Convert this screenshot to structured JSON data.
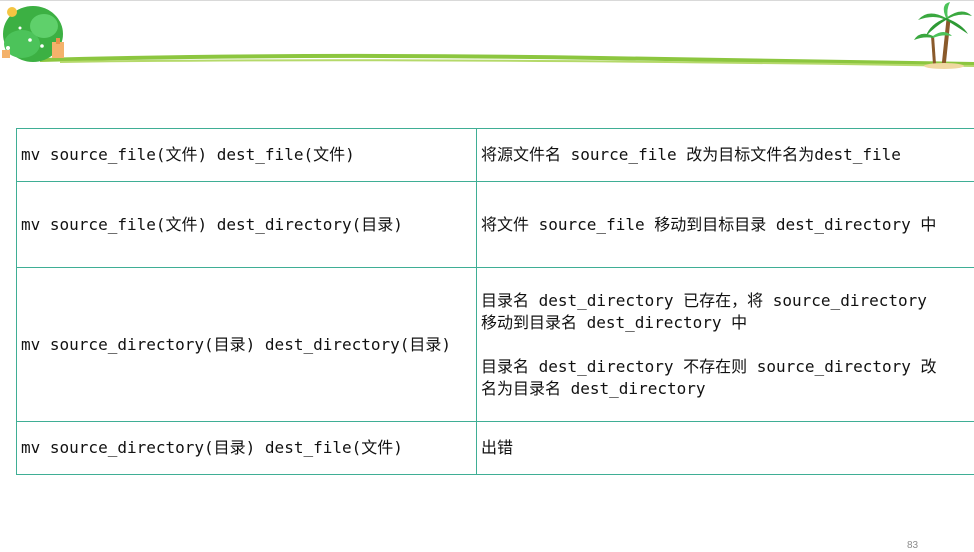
{
  "table": {
    "rows": [
      {
        "command": "mv source_file(文件) dest_file(文件)",
        "description": [
          "将源文件名 source_file 改为目标文件名为dest_file"
        ]
      },
      {
        "command": "mv source_file(文件) dest_directory(目录)",
        "description": [
          "将文件 source_file 移动到目标目录 dest_directory 中"
        ]
      },
      {
        "command": "mv source_directory(目录) dest_directory(目录)",
        "description": [
          "目录名 dest_directory 已存在，将 source_directory",
          "移动到目录名 dest_directory 中",
          "",
          "目录名 dest_directory 不存在则 source_directory 改",
          "名为目录名 dest_directory"
        ]
      },
      {
        "command": "mv source_directory(目录) dest_file(文件)",
        "description": [
          "出错"
        ]
      }
    ]
  },
  "footer": {
    "page_number": "83"
  },
  "colors": {
    "table_border": "#3fae95",
    "header_line": "#8cc63f",
    "page_number": "#8c8c8c"
  }
}
